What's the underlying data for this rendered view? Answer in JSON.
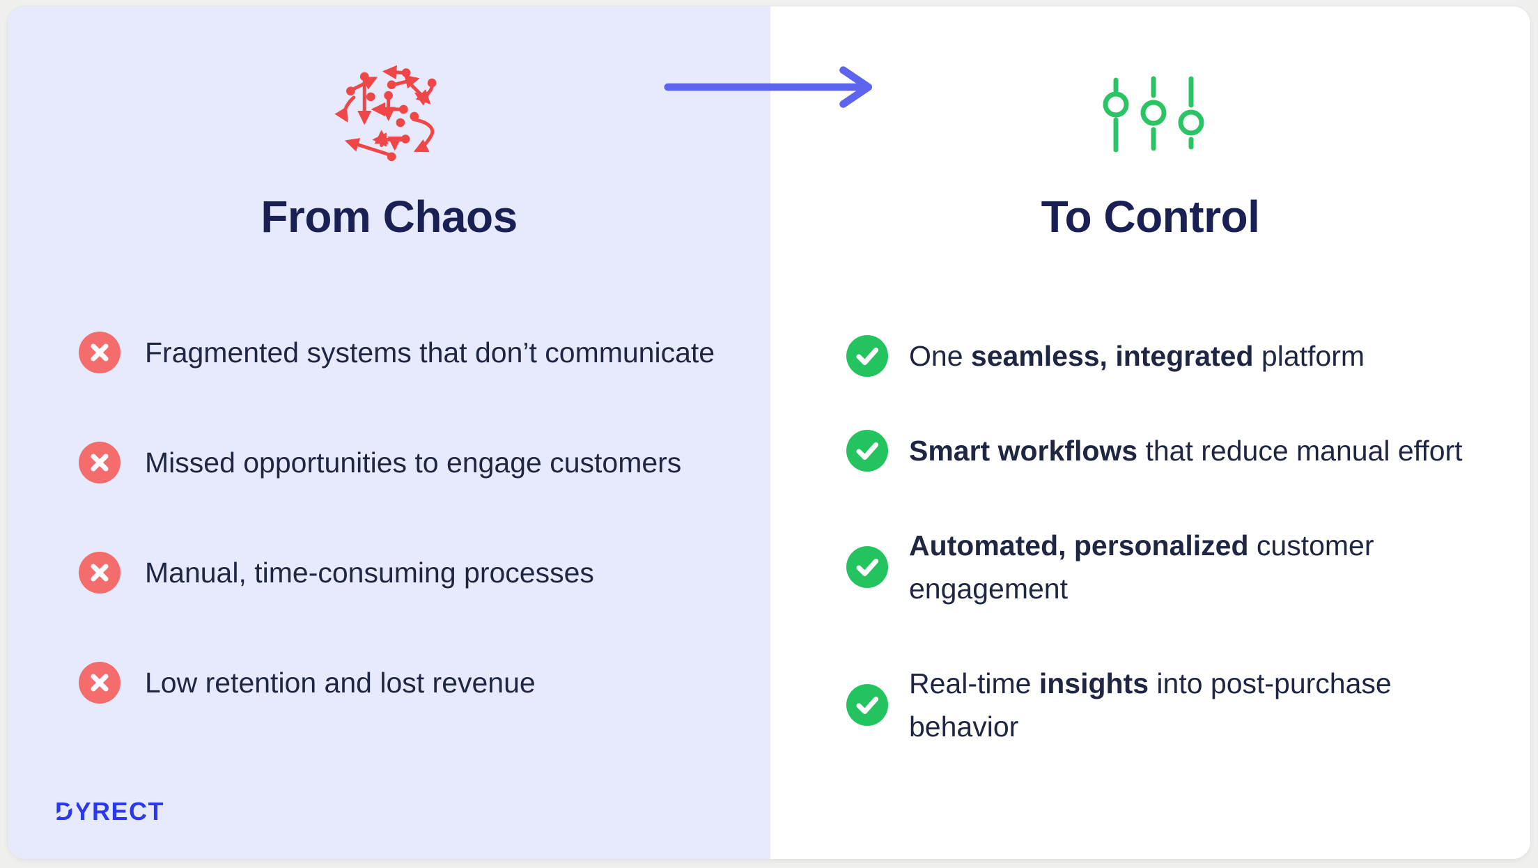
{
  "slide": {
    "left": {
      "icon": "chaos-network-icon",
      "title": "From Chaos",
      "bullet_icon": "x-circle-icon",
      "items": [
        {
          "segments": [
            {
              "t": "Fragmented systems that don’t communicate"
            }
          ]
        },
        {
          "segments": [
            {
              "t": "Missed opportunities to engage customers"
            }
          ]
        },
        {
          "segments": [
            {
              "t": "Manual, time-consuming processes"
            }
          ]
        },
        {
          "segments": [
            {
              "t": "Low retention and lost revenue"
            }
          ]
        }
      ],
      "logo": "DYRECT"
    },
    "arrow": "right-arrow-icon",
    "right": {
      "icon": "sliders-icon",
      "title": "To Control",
      "bullet_icon": "check-circle-icon",
      "items": [
        {
          "segments": [
            {
              "t": "One "
            },
            {
              "t": "seamless, integrated",
              "b": true
            },
            {
              "t": " platform"
            }
          ]
        },
        {
          "segments": [
            {
              "t": "Smart workflows",
              "b": true
            },
            {
              "t": " that reduce manual effort"
            }
          ]
        },
        {
          "segments": [
            {
              "t": "Automated, personalized",
              "b": true
            },
            {
              "t": " customer"
            },
            {
              "br": true
            },
            {
              "t": "engagement"
            }
          ]
        },
        {
          "segments": [
            {
              "t": "Real-time "
            },
            {
              "t": "insights",
              "b": true
            },
            {
              "t": " into post-purchase"
            },
            {
              "br": true
            },
            {
              "t": "behavior"
            }
          ]
        }
      ]
    },
    "colors": {
      "page_bg": "#f0f0ee",
      "left_panel_bg": "#e7eafc",
      "right_panel_bg": "#ffffff",
      "title_navy": "#1a2053",
      "body_navy": "#1f2642",
      "x_circle_red": "#f56c6c",
      "chaos_red": "#ef4747",
      "check_green": "#23c45f",
      "sliders_green": "#2bc464",
      "arrow_blue": "#5d64ee",
      "logo_blue": "#2b3ae8"
    }
  }
}
